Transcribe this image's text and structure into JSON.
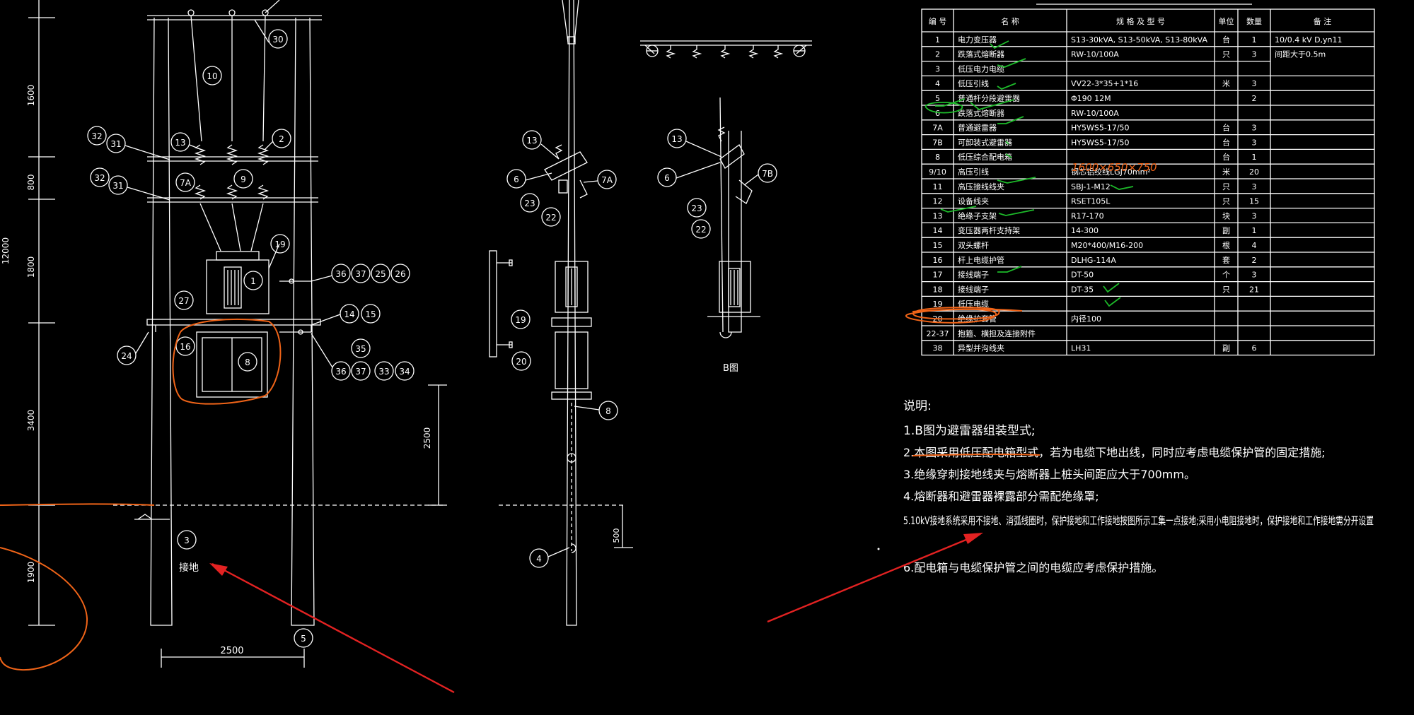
{
  "drawing": {
    "dims": {
      "dim_1600": "1600",
      "dim_800": "800",
      "dim_1800": "1800",
      "dim_12000": "12000",
      "dim_3400": "3400",
      "dim_1900": "1900",
      "dim_2500_bottom": "2500",
      "dim_2500_right": "2500",
      "dim_500": "500"
    },
    "callouts_left": [
      "30",
      "10",
      "13",
      "2",
      "32",
      "31",
      "32",
      "31",
      "7A",
      "9",
      "19",
      "1",
      "36",
      "37",
      "25",
      "26",
      "27",
      "14",
      "15",
      "16",
      "8",
      "24",
      "35",
      "36",
      "37",
      "33",
      "34",
      "3",
      "5"
    ],
    "ground_label": "接地",
    "callouts_middle": [
      "13",
      "6",
      "7A",
      "23",
      "22",
      "19",
      "20",
      "8",
      "4"
    ],
    "callouts_b": [
      "13",
      "6",
      "7B",
      "23",
      "22"
    ],
    "b_view_label": "B图"
  },
  "table": {
    "headers": [
      "编 号",
      "名 称",
      "规 格 及 型 号",
      "单位",
      "数量",
      "备 注"
    ],
    "rows": [
      {
        "no": "1",
        "name": "电力变压器",
        "spec": "S13-30kVA, S13-50kVA, S13-80kVA",
        "unit": "台",
        "qty": "1",
        "note": "10/0.4 kV  D,yn11"
      },
      {
        "no": "2",
        "name": "跌落式熔断器",
        "spec": "RW-10/100A",
        "unit": "只",
        "qty": "3",
        "note": "间距大于0.5m"
      },
      {
        "no": "3",
        "name": "低压电力电缆",
        "spec": "",
        "unit": "",
        "qty": "",
        "note": ""
      },
      {
        "no": "4",
        "name": "低压引线",
        "spec": "VV22-3*35+1*16",
        "unit": "米",
        "qty": "3",
        "note": ""
      },
      {
        "no": "5",
        "name": "普通杆分段避雷器",
        "spec": "Φ190   12M",
        "unit": "",
        "qty": "2",
        "note": ""
      },
      {
        "no": "6",
        "name": "跌落式熔断器",
        "spec": "RW-10/100A",
        "unit": "",
        "qty": "",
        "note": ""
      },
      {
        "no": "7A",
        "name": "普通避雷器",
        "spec": "HY5WS5-17/50",
        "unit": "台",
        "qty": "3",
        "note": ""
      },
      {
        "no": "7B",
        "name": "可卸装式避雷器",
        "spec": "HY5WS5-17/50",
        "unit": "台",
        "qty": "3",
        "note": ""
      },
      {
        "no": "8",
        "name": "低压综合配电箱",
        "spec": "",
        "unit": "台",
        "qty": "1",
        "note": ""
      },
      {
        "no": "9/10",
        "name": "高压引线",
        "spec": "钢芯铝绞线LGJ70mm²",
        "unit": "米",
        "qty": "20",
        "note": ""
      },
      {
        "no": "11",
        "name": "高压接线线夹",
        "spec": "SBJ-1-M12",
        "unit": "只",
        "qty": "3",
        "note": ""
      },
      {
        "no": "12",
        "name": "设备线夹",
        "spec": "RSET105L",
        "unit": "只",
        "qty": "15",
        "note": ""
      },
      {
        "no": "13",
        "name": "绝缘子支架",
        "spec": "R17-170",
        "unit": "块",
        "qty": "3",
        "note": ""
      },
      {
        "no": "14",
        "name": "变压器两杆支持架",
        "spec": "14-300",
        "unit": "副",
        "qty": "1",
        "note": ""
      },
      {
        "no": "15",
        "name": "双头螺杆",
        "spec": "M20*400/M16-200",
        "unit": "根",
        "qty": "4",
        "note": ""
      },
      {
        "no": "16",
        "name": "杆上电缆护管",
        "spec": "DLHG-114A",
        "unit": "套",
        "qty": "2",
        "note": ""
      },
      {
        "no": "17",
        "name": "接线端子",
        "spec": "DT-50",
        "unit": "个",
        "qty": "3",
        "note": ""
      },
      {
        "no": "18",
        "name": "接线端子",
        "spec": "DT-35",
        "unit": "只",
        "qty": "21",
        "note": ""
      },
      {
        "no": "19",
        "name": "低压电缆",
        "spec": "",
        "unit": "",
        "qty": "",
        "note": ""
      },
      {
        "no": "20",
        "name": "绝缘护套管",
        "spec": "内径100",
        "unit": "",
        "qty": "",
        "note": ""
      },
      {
        "no": "22-37",
        "name": "抱箍、横担及连接附件",
        "spec": "",
        "unit": "",
        "qty": "",
        "note": ""
      },
      {
        "no": "38",
        "name": "异型并沟线夹",
        "spec": "LH31",
        "unit": "副",
        "qty": "6",
        "note": ""
      }
    ],
    "handwritten_8": "1600×650×750"
  },
  "notes": {
    "title": "说明:",
    "items": [
      "1.B图为避雷器组装型式;",
      "2.本图采用低压配电箱型式，若为电缆下地出线，同时应考虑电缆保护管的固定措施;",
      "3.绝缘穿刺接地线夹与熔断器上桩头间距应大于700mm。",
      "4.熔断器和避雷器裸露部分需配绝缘罩;",
      "5.10kV接地系统采用不接地、消弧线圈时，保护接地和工作接地按图所示工集一点接地;采用小电阻接地时，保护接地和工作接地需分开设置",
      "6.配电箱与电缆保护管之间的电缆应考虑保护措施。"
    ]
  },
  "colors": {
    "background": "#000000",
    "lines": "#ffffff",
    "markup_orange": "#f06418",
    "markup_green": "#1dbb2a",
    "arrow_red": "#e32222"
  }
}
